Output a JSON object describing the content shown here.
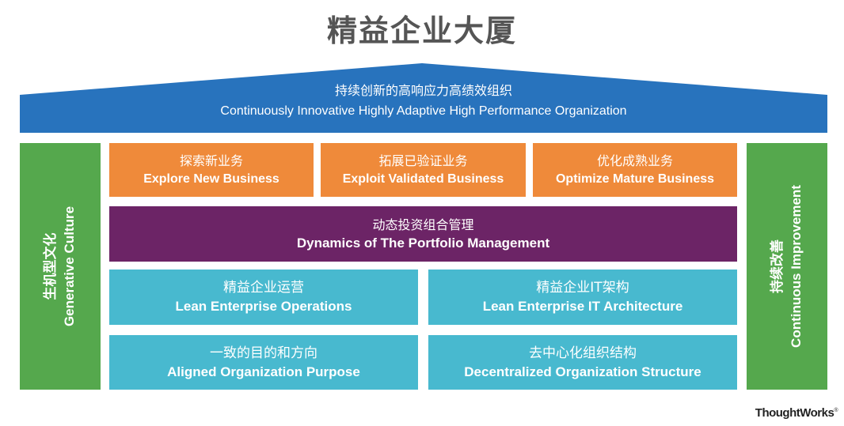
{
  "title": "精益企业大厦",
  "colors": {
    "roof": "#2873bd",
    "pillar": "#55a84d",
    "orange": "#ef8a3a",
    "purple": "#6c2466",
    "cyan": "#48b9cf",
    "title": "#555555"
  },
  "roof": {
    "zh": "持续创新的高响应力高绩效组织",
    "en": "Continuously Innovative Highly Adaptive High Performance Organization"
  },
  "left_pillar": {
    "zh": "生机型文化",
    "en": "Generative Culture"
  },
  "right_pillar": {
    "zh": "持续改善",
    "en": "Continuous Improvement"
  },
  "business": [
    {
      "zh": "探索新业务",
      "en": "Explore New Business"
    },
    {
      "zh": "拓展已验证业务",
      "en": "Exploit Validated Business"
    },
    {
      "zh": "优化成熟业务",
      "en": "Optimize Mature Business"
    }
  ],
  "portfolio": {
    "zh": "动态投资组合管理",
    "en": "Dynamics of The Portfolio Management"
  },
  "foundation": [
    {
      "zh": "精益企业运营",
      "en": "Lean Enterprise Operations"
    },
    {
      "zh": "精益企业IT架构",
      "en": "Lean Enterprise IT Architecture"
    },
    {
      "zh": "一致的目的和方向",
      "en": "Aligned Organization Purpose"
    },
    {
      "zh": "去中心化组织结构",
      "en": "Decentralized Organization Structure"
    }
  ],
  "logo": {
    "text": "ThoughtWorks",
    "mark": "®"
  }
}
